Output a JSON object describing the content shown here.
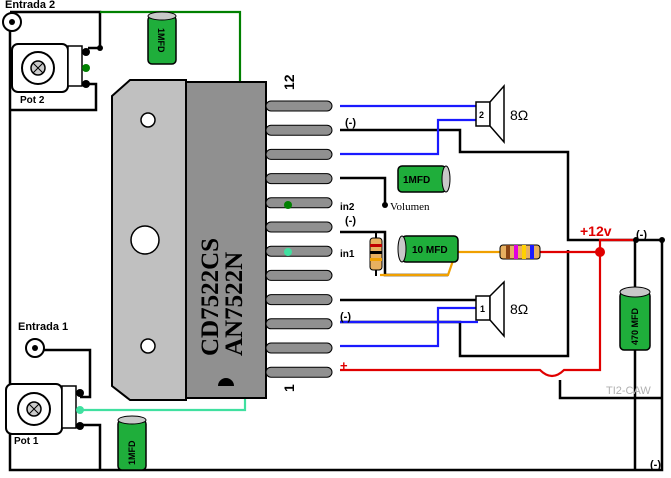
{
  "labels": {
    "entrada2": "Entrada 2",
    "entrada1": "Entrada 1",
    "pot2": "Pot 2",
    "pot1": "Pot 1",
    "volumen": "Volumen",
    "ic_line1": "CD7522CS",
    "ic_line2": "AN7522N",
    "pin12": "12",
    "pin1": "1",
    "in1": "in1",
    "in2": "in2",
    "neg": "(-)",
    "pos": "+",
    "supply": "+12v",
    "watermark": "TI2-CAW"
  },
  "capacitors": {
    "c_top": "1MFD",
    "c_bottom": "1MFD",
    "c_vol": "1MFD",
    "c_10": "10 MFD",
    "c_470": "470 MFD"
  },
  "speakers": {
    "top": {
      "pin": "2",
      "impedance": "8Ω"
    },
    "bottom": {
      "pin": "1",
      "impedance": "8Ω"
    }
  },
  "colors": {
    "ic_body": "#909090",
    "heatsink": "#c0c0c0",
    "cap_green": "#1fae3b",
    "wire_blue": "#1a1aff",
    "wire_green": "#008000",
    "wire_light": "#40e0a0",
    "wire_red": "#e00000",
    "wire_orange": "#f0a000",
    "wire_black": "#000000"
  }
}
